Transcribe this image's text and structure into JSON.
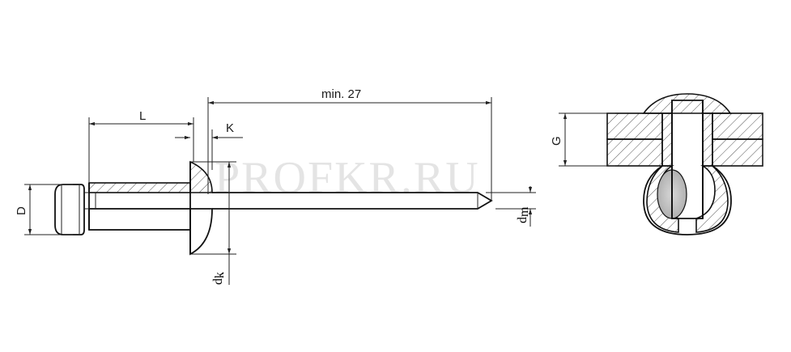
{
  "dimensions": {
    "overall_length": "min. 27",
    "L": "L",
    "K": "K",
    "D": "D",
    "G": "G",
    "dm_main": "d",
    "dm_sub": "m",
    "dk_main": "d",
    "dk_sub": "k"
  },
  "watermark": "PROFKR.RU"
}
